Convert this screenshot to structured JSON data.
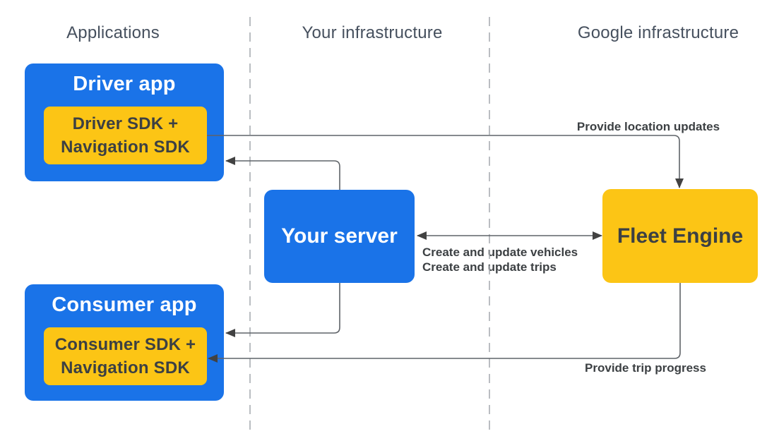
{
  "columns": {
    "applications": "Applications",
    "your_infrastructure": "Your infrastructure",
    "google_infrastructure": "Google infrastructure"
  },
  "nodes": {
    "driver_app": {
      "title": "Driver app",
      "sdk_line1": "Driver SDK +",
      "sdk_line2": "Navigation SDK"
    },
    "consumer_app": {
      "title": "Consumer app",
      "sdk_line1": "Consumer SDK +",
      "sdk_line2": "Navigation SDK"
    },
    "your_server": {
      "title": "Your server"
    },
    "fleet_engine": {
      "title": "Fleet Engine"
    }
  },
  "edges": {
    "location_updates": {
      "label": "Provide location updates"
    },
    "create_update_vehicles": {
      "label": "Create and update vehicles"
    },
    "create_update_trips": {
      "label": "Create and update trips"
    },
    "trip_progress": {
      "label": "Provide trip progress"
    }
  },
  "colors": {
    "blue": "#1a73e8",
    "yellow": "#fcc515",
    "text_dark": "#3c4043",
    "heading": "#46505e",
    "line": "#5f6368",
    "arrowhead": "#424242",
    "dashed": "#a9adb2",
    "white": "#ffffff",
    "bg": "#ffffff"
  }
}
